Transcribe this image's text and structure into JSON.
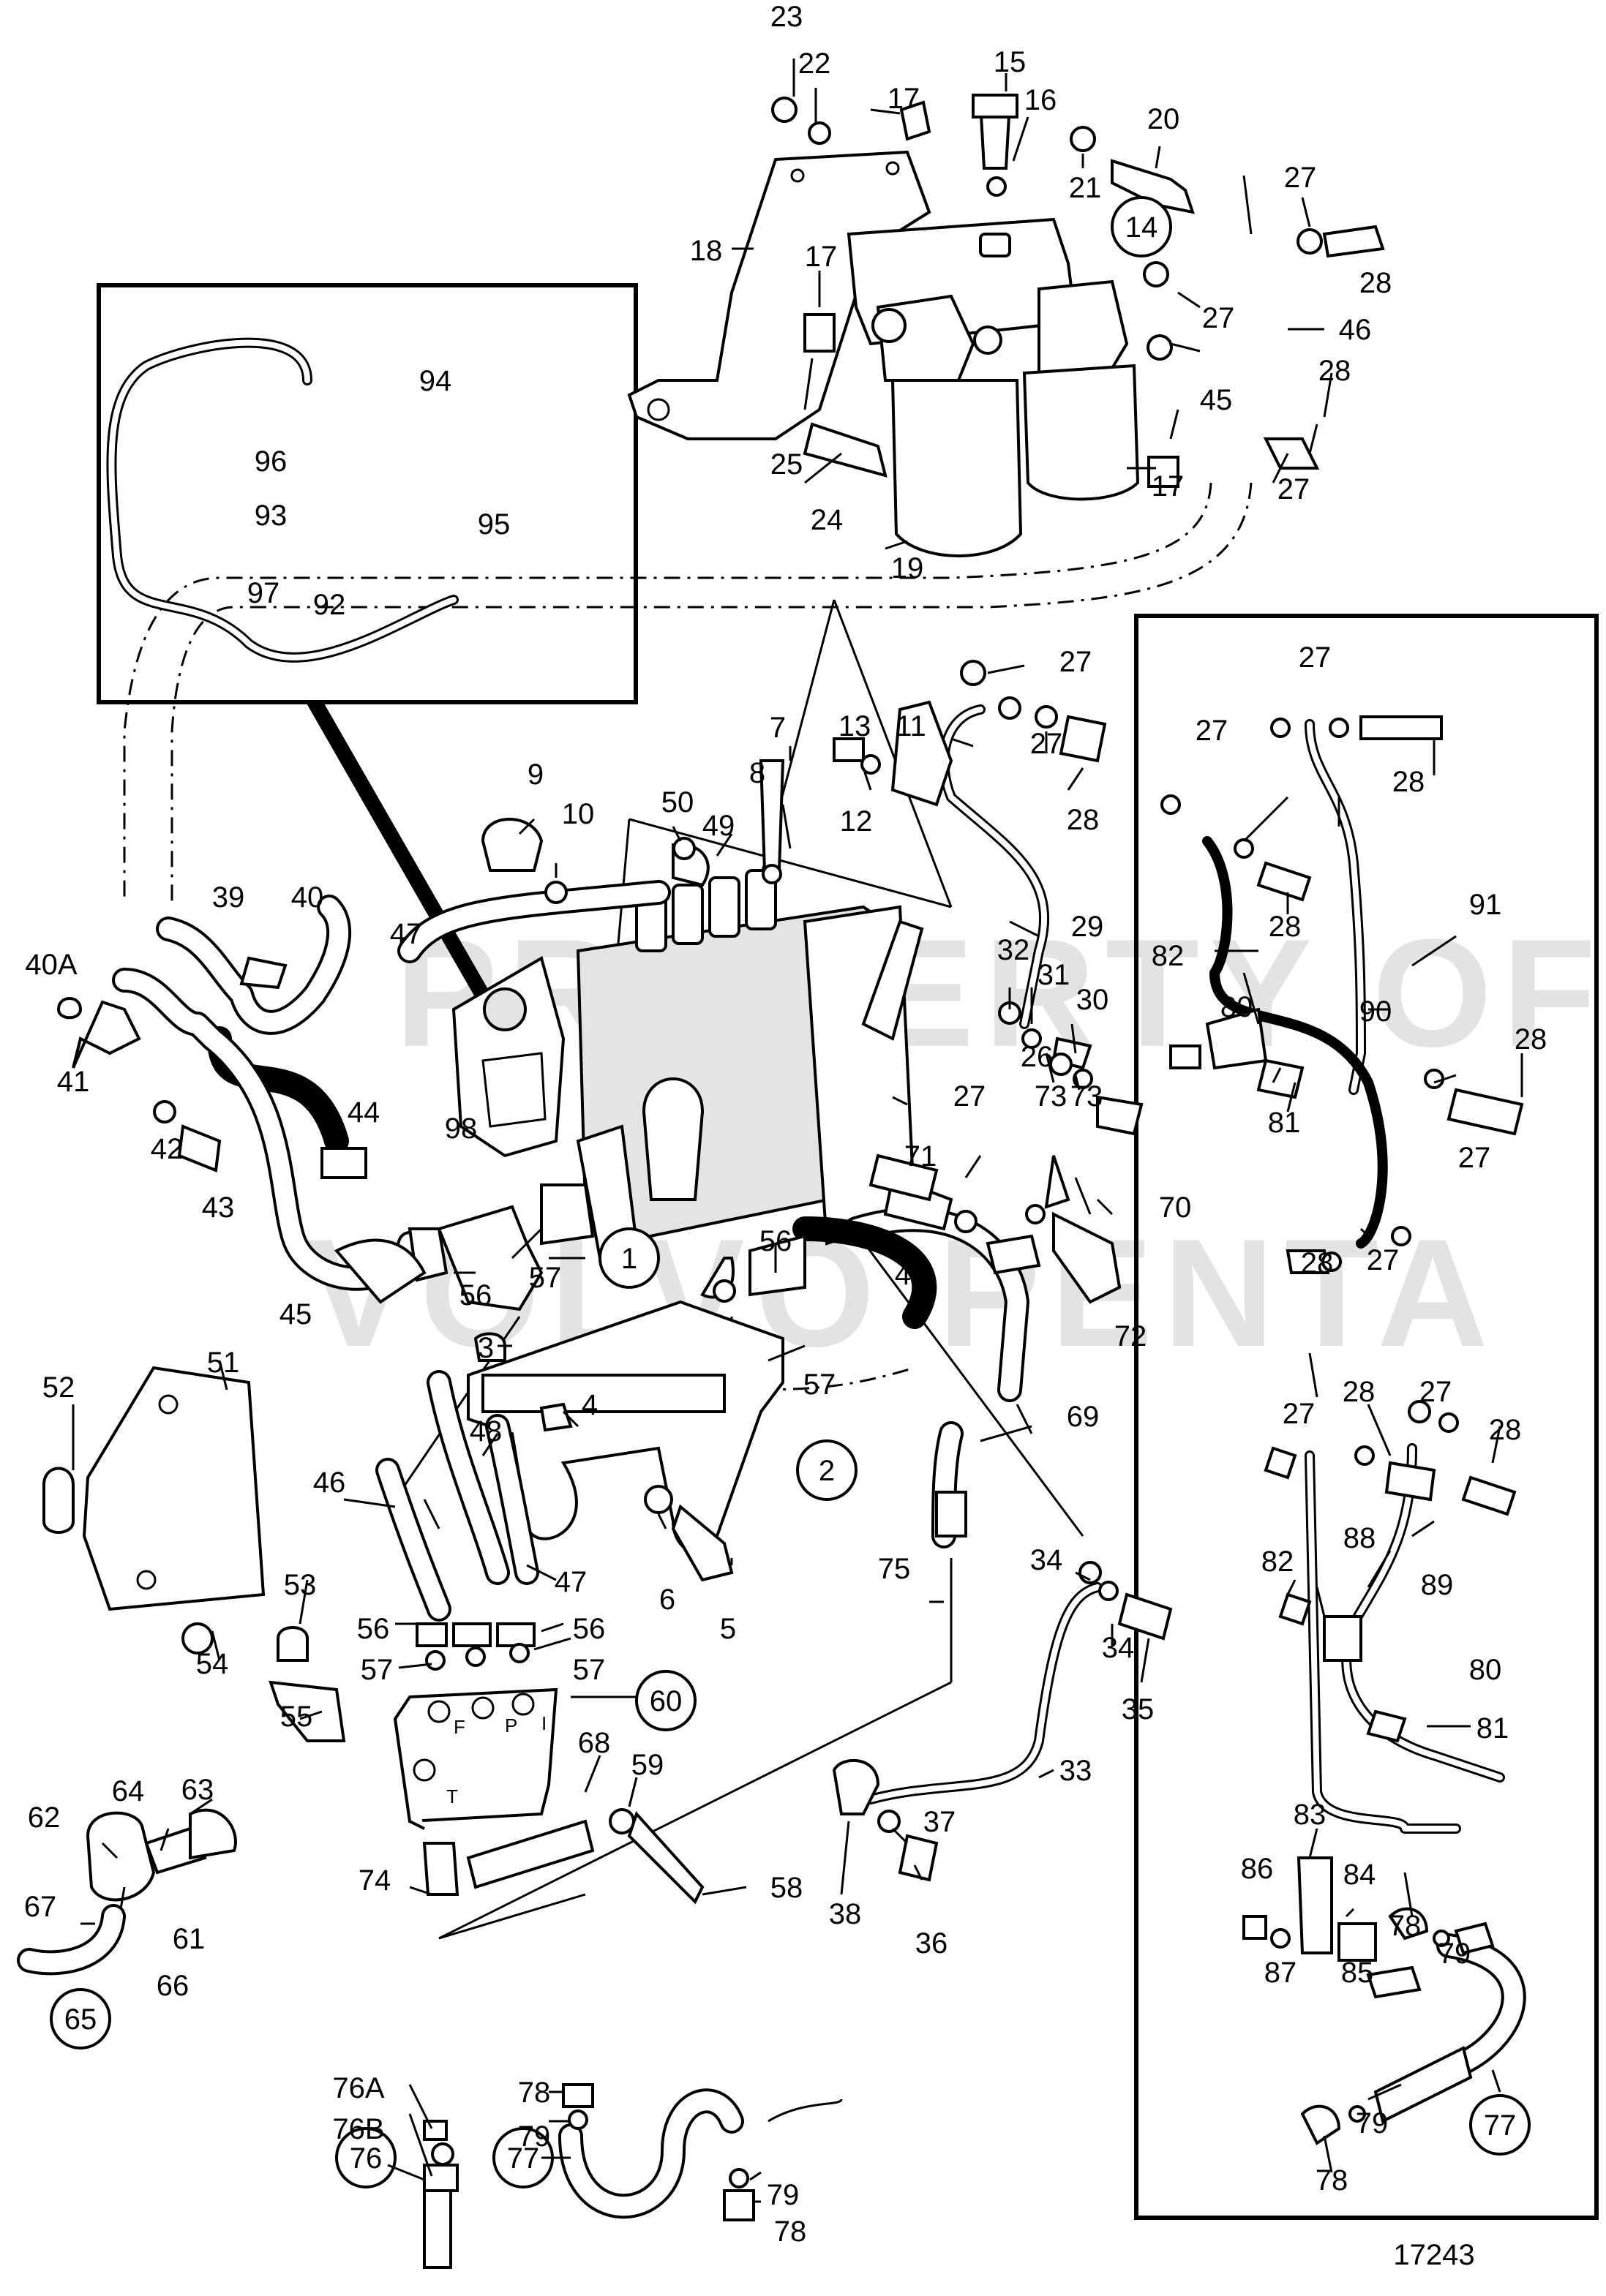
{
  "diagram": {
    "figure_number": "17243",
    "watermark": [
      "PROPERTY OF",
      "VOLVO PENTA"
    ],
    "callouts": {
      "c1": "1",
      "c2": "2",
      "c3": "3",
      "c4": "4",
      "c5": "5",
      "c6": "6",
      "c7": "7",
      "c8": "8",
      "c9": "9",
      "c10": "10",
      "c11": "11",
      "c12": "12",
      "c13": "13",
      "c14": "14",
      "c15": "15",
      "c16": "16",
      "c17a": "17",
      "c17b": "17",
      "c17c": "17",
      "c18": "18",
      "c19": "19",
      "c20": "20",
      "c21": "21",
      "c22": "22",
      "c23": "23",
      "c24": "24",
      "c25": "25",
      "c26": "26",
      "c27a": "27",
      "c27b": "27",
      "c27c": "27",
      "c27d": "27",
      "c27e": "27",
      "c27f": "27",
      "c27g": "27",
      "c27h": "27",
      "c27i": "27",
      "c27j": "27",
      "c27k": "27",
      "c27l": "27",
      "c28a": "28",
      "c28b": "28",
      "c28c": "28",
      "c28d": "28",
      "c28e": "28",
      "c28f": "28",
      "c28g": "28",
      "c28h": "28",
      "c28i": "28",
      "c29": "29",
      "c30": "30",
      "c31": "31",
      "c32": "32",
      "c33": "33",
      "c34a": "34",
      "c34b": "34",
      "c35": "35",
      "c36": "36",
      "c37": "37",
      "c38": "38",
      "c39": "39",
      "c40": "40",
      "c40A": "40A",
      "c41": "41",
      "c42": "42",
      "c43": "43",
      "c44": "44",
      "c45a": "45",
      "c45b": "45",
      "c46a": "46",
      "c46b": "46",
      "c47a": "47",
      "c47b": "47",
      "c48a": "48",
      "c48b": "48",
      "c49": "49",
      "c50": "50",
      "c51": "51",
      "c52": "52",
      "c53": "53",
      "c54": "54",
      "c55": "55",
      "c56a": "56",
      "c56b": "56",
      "c56c": "56",
      "c56d": "56",
      "c57a": "57",
      "c57b": "57",
      "c57c": "57",
      "c57d": "57",
      "c58": "58",
      "c59": "59",
      "c60": "60",
      "c61": "61",
      "c62": "62",
      "c63": "63",
      "c64": "64",
      "c65": "65",
      "c66": "66",
      "c67": "67",
      "c68": "68",
      "c69": "69",
      "c70": "70",
      "c71": "71",
      "c72": "72",
      "c73a": "73",
      "c73b": "73",
      "c74": "74",
      "c75": "75",
      "c76": "76",
      "c76A": "76A",
      "c76B": "76B",
      "c77a": "77",
      "c77b": "77",
      "c78a": "78",
      "c78b": "78",
      "c78c": "78",
      "c78d": "78",
      "c79a": "79",
      "c79b": "79",
      "c79c": "79",
      "c79d": "79",
      "c80a": "80",
      "c80b": "80",
      "c81a": "81",
      "c81b": "81",
      "c82a": "82",
      "c82b": "82",
      "c83": "83",
      "c84": "84",
      "c85": "85",
      "c86": "86",
      "c87": "87",
      "c88": "88",
      "c89": "89",
      "c90": "90",
      "c91": "91",
      "c92": "92",
      "c93": "93",
      "c94": "94",
      "c95": "95",
      "c96": "96",
      "c97": "97",
      "c98": "98"
    },
    "valve_block_marks": [
      "F",
      "P",
      "I",
      "T"
    ]
  }
}
